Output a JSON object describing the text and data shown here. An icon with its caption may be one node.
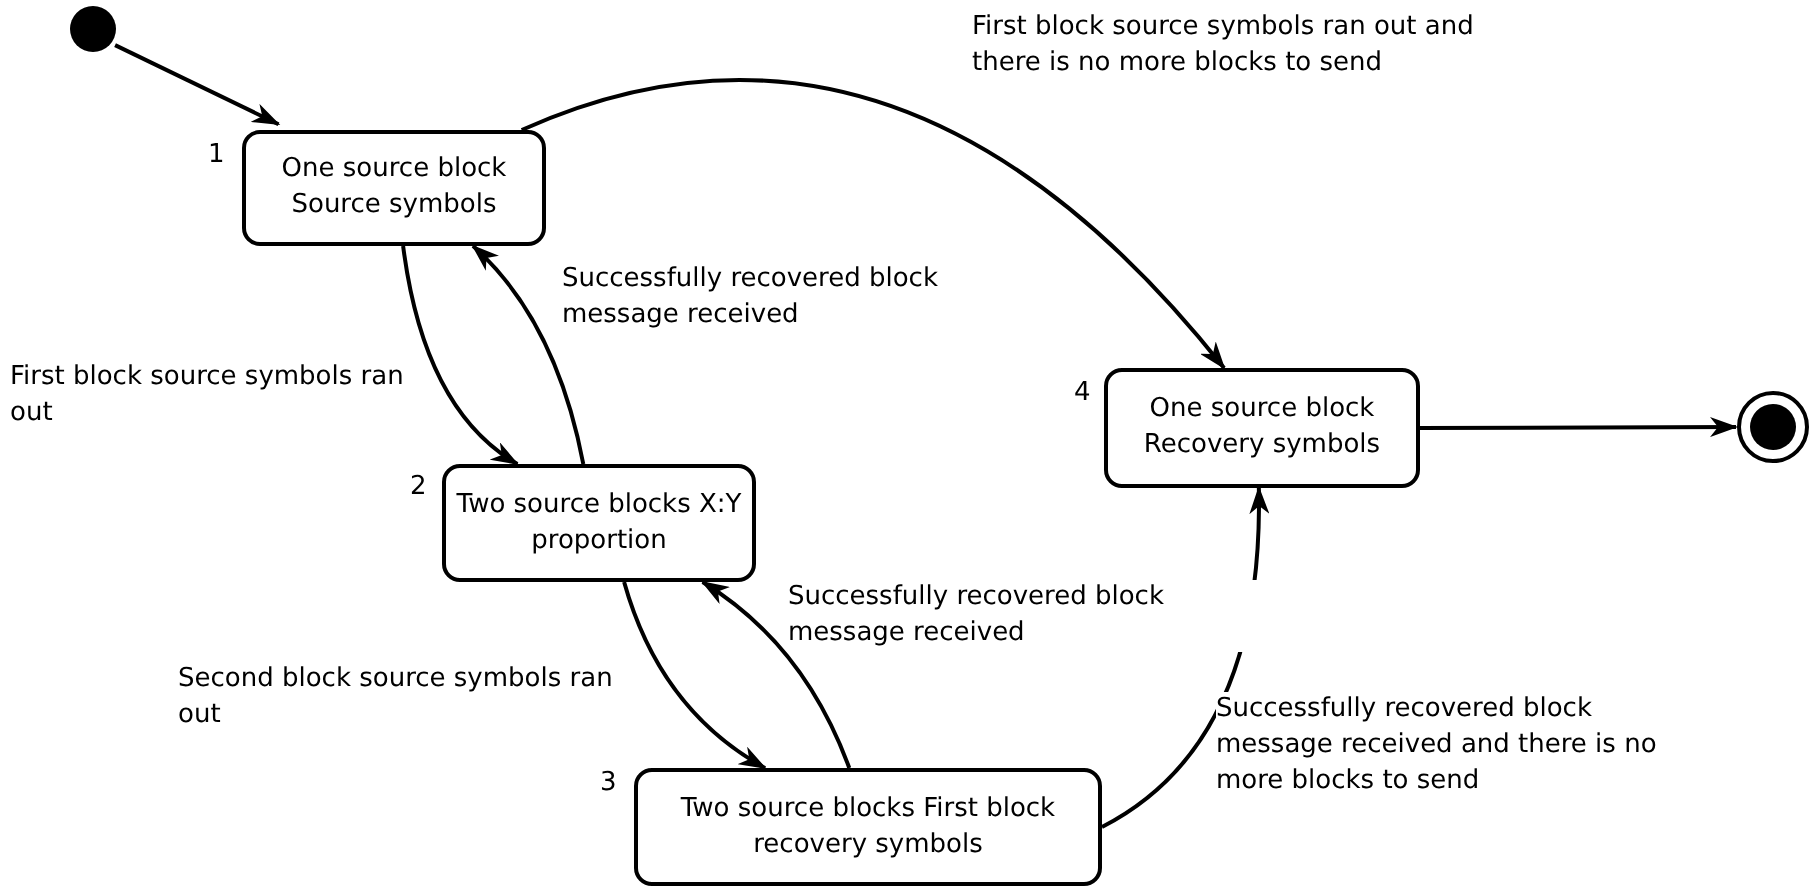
{
  "diagram": {
    "nodes": [
      {
        "text": [],
        "shape": "circle"
      },
      {
        "text": [
          "One source block Source symbols"
        ],
        "beside": [
          "1"
        ]
      },
      {
        "text": [
          "Two source blocks X:Y proportion"
        ],
        "beside": [
          "2"
        ]
      },
      {
        "text": [
          "Two source blocks First block recovery symbols"
        ],
        "beside": [
          "3"
        ]
      },
      {
        "text": [
          "One source block Recovery symbols"
        ],
        "beside": [
          "4"
        ]
      },
      {
        "text": [],
        "shape": "circle"
      }
    ],
    "edges": [
      {
        "from": 0,
        "to": 1,
        "arrow": "to"
      },
      {
        "from": 1,
        "to": 4,
        "arrow": "to",
        "label": "First block source symbols ran out and there is no more blocks to send"
      },
      {
        "from": 1,
        "to": 2,
        "arrow": "to",
        "label": "First block source symbols ran out"
      },
      {
        "from": 2,
        "to": 1,
        "arrow": "to",
        "label": "Successfully recovered block message received"
      },
      {
        "from": 2,
        "to": 3,
        "arrow": "to",
        "label": "Second block source symbols ran out"
      },
      {
        "from": 3,
        "to": 2,
        "arrow": "to",
        "label": "Successfully recovered block message received"
      },
      {
        "from": 3,
        "to": 4,
        "arrow": "to",
        "label": "Successfully recovered block message received and there is no more blocks to send"
      },
      {
        "from": 4,
        "to": 5,
        "arrow": "to"
      }
    ]
  }
}
